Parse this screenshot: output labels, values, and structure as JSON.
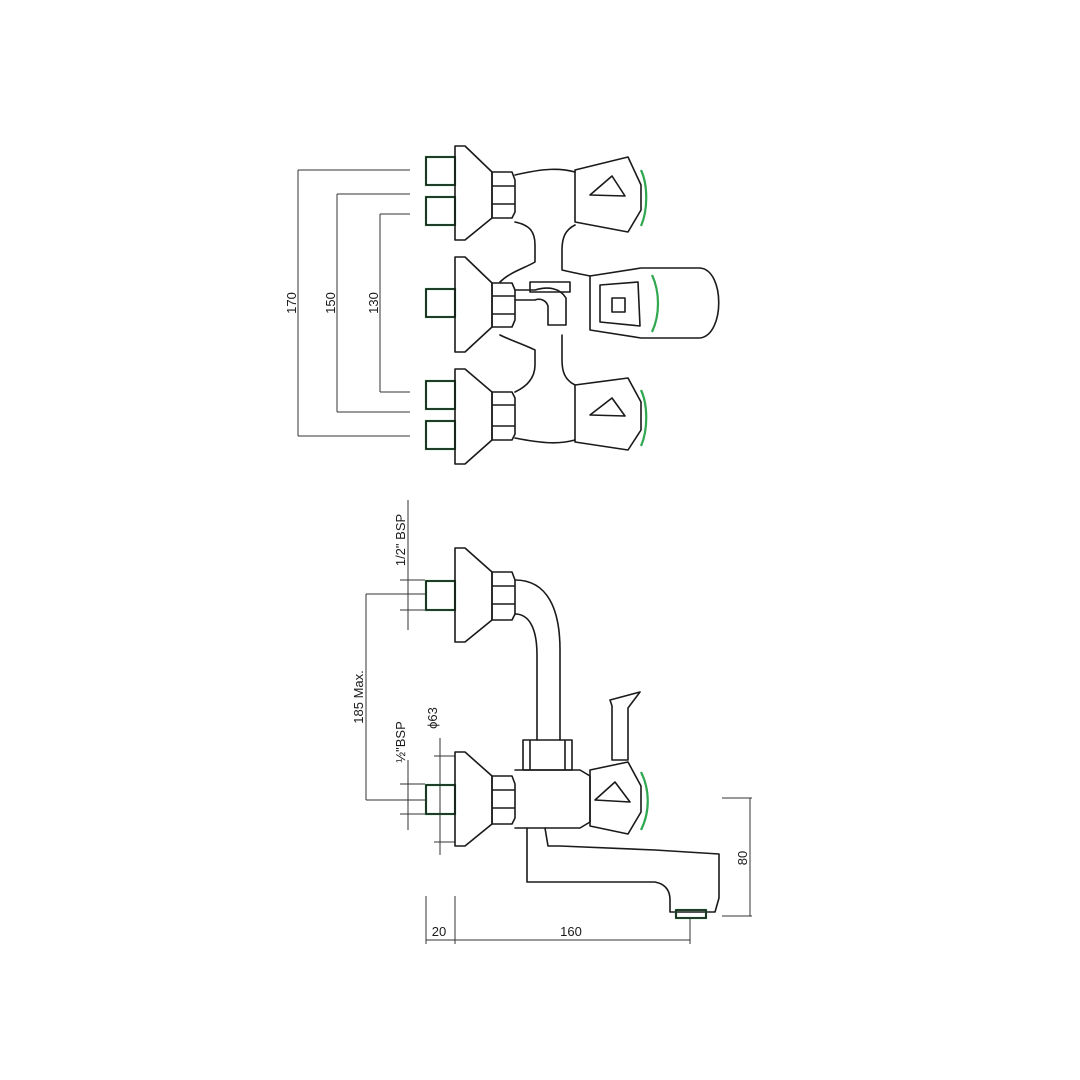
{
  "colors": {
    "line": "#1a1a1a",
    "accent": "#2fa84f"
  },
  "top_view": {
    "dimensions": {
      "overall": "170",
      "middle": "150",
      "inner": "130"
    }
  },
  "side_view": {
    "dimensions": {
      "upper_thread": "1/2\" BSP",
      "lower_thread": "½\"BSP",
      "flange_diameter": "ϕ63",
      "height_max": "185 Max.",
      "spout_height": "80",
      "offset": "20",
      "spout_length": "160"
    }
  }
}
